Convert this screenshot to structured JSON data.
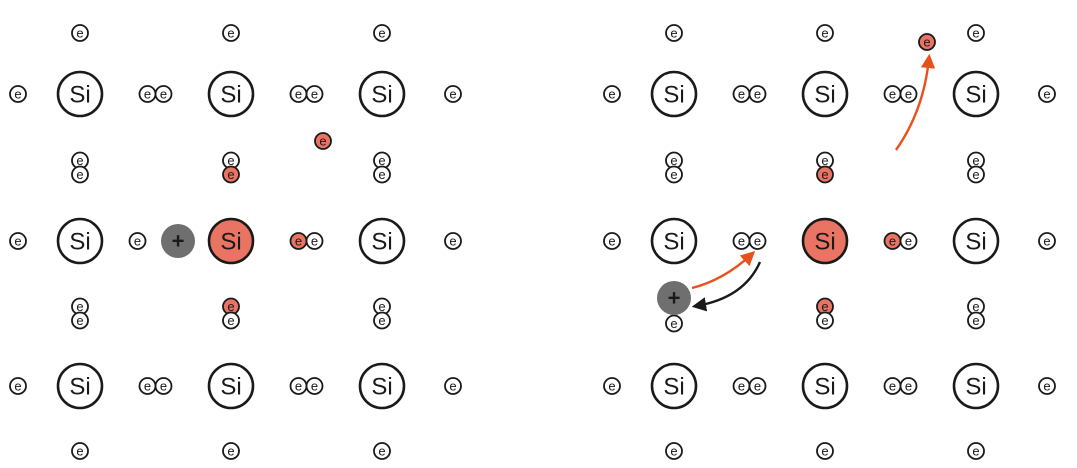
{
  "labels": {
    "atom_symbol": "Si",
    "electron_symbol": "e",
    "hole_symbol": "+"
  },
  "colors": {
    "dopant_fill": "#ea7463",
    "free_electron_fill": "#ea7463",
    "hole_fill": "#6f6f6f",
    "red_arrow": "#e8501c",
    "outline": "#1a1a1a"
  },
  "panels": [
    {
      "name": "left-lattice",
      "atoms": [
        {
          "symbol": "Si",
          "doped": false
        },
        {
          "symbol": "Si",
          "doped": false
        },
        {
          "symbol": "Si",
          "doped": false
        },
        {
          "symbol": "Si",
          "doped": false
        },
        {
          "symbol": "Si",
          "doped": true
        },
        {
          "symbol": "Si",
          "doped": false
        },
        {
          "symbol": "Si",
          "doped": false
        },
        {
          "symbol": "Si",
          "doped": false
        },
        {
          "symbol": "Si",
          "doped": false
        }
      ],
      "hole": {
        "symbol": "+"
      },
      "free_electron": {
        "symbol": "e"
      }
    },
    {
      "name": "right-lattice",
      "atoms": [
        {
          "symbol": "Si",
          "doped": false
        },
        {
          "symbol": "Si",
          "doped": false
        },
        {
          "symbol": "Si",
          "doped": false
        },
        {
          "symbol": "Si",
          "doped": false
        },
        {
          "symbol": "Si",
          "doped": true
        },
        {
          "symbol": "Si",
          "doped": false
        },
        {
          "symbol": "Si",
          "doped": false
        },
        {
          "symbol": "Si",
          "doped": false
        },
        {
          "symbol": "Si",
          "doped": false
        }
      ],
      "hole": {
        "symbol": "+"
      },
      "free_electron": {
        "symbol": "e"
      }
    }
  ]
}
